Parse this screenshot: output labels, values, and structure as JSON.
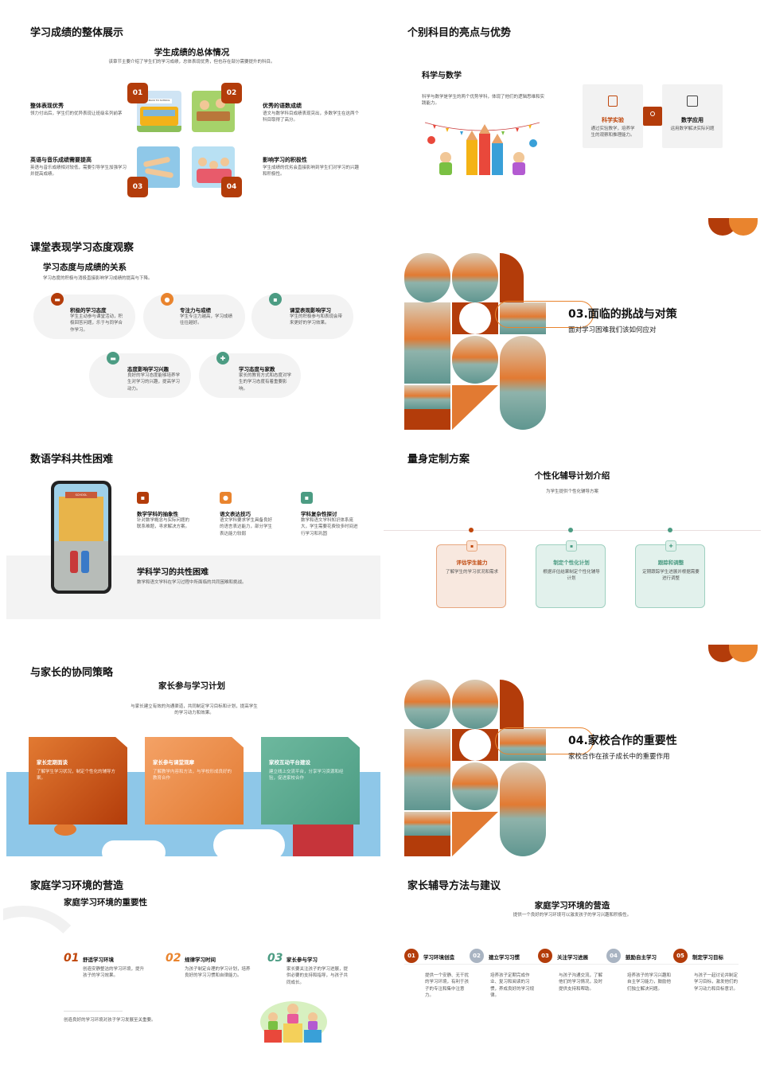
{
  "s1": {
    "title": "学习成绩的整体展示",
    "subtitle": "学生成绩的总体情况",
    "desc": "该章节主要介绍了学生们的学习成绩，总体表现优秀，但也存在部分需要提升的科目。",
    "items": [
      {
        "num": "01",
        "head": "整体表现优秀",
        "text": "领力付出后，学生们的优异表现让班级名列前茅"
      },
      {
        "num": "02",
        "head": "优秀的语数成绩",
        "text": "语文与数学科目成绩表现突出，多数学生在这两个科目取得了高分。"
      },
      {
        "num": "03",
        "head": "英语与音乐成绩需要提高",
        "text": "英语与音乐成绩相对较低，需要引导学生加强学习并提高成绩。"
      },
      {
        "num": "04",
        "head": "影响学习的积极性",
        "text": "学生成绩的优劣会直接影响到学生们对学习的兴趣和积极性。"
      }
    ],
    "photo1_sign": "BACK TO SCHOOL"
  },
  "s2": {
    "title": "个别科目的亮点与优势",
    "subtitle": "科学与数学",
    "desc": "科学与数学是学生的两个优势学科，体现了他们的逻辑思维和实践能力。",
    "card1": {
      "head": "科学实验",
      "text": "通过实验教学，培养学生的观察和推理能力。"
    },
    "card2": {
      "head": "数学应用",
      "text": "运用数学解决实际问题"
    }
  },
  "s3": {
    "title": "课堂表现学习态度观察",
    "subtitle": "学习态度与成绩的关系",
    "desc": "学习态度的积极与消极直接影响学习成绩的提高与下降。",
    "items": [
      {
        "head": "积极的学习态度",
        "text": "学生主动参与课堂活动，积极回答问题，乐于与同学合作学习。"
      },
      {
        "head": "专注力与成绩",
        "text": "学生专注力越高，学习成绩往往越好。"
      },
      {
        "head": "课堂表现影响学习",
        "text": "学生的积极参与和表现会带来更好的学习效果。"
      },
      {
        "head": "态度影响学习兴趣",
        "text": "良好的学习态度能够培养学生对学习的兴趣，提高学习动力。"
      },
      {
        "head": "学习态度与家教",
        "text": "家长的教育方式和态度对学生的学习态度有着重要影响。"
      }
    ]
  },
  "s4": {
    "heading": "03.面临的挑战与对策",
    "subheading": "面对学习困难我们该如何应对"
  },
  "s5": {
    "title": "数语学科共性困难",
    "items": [
      {
        "head": "数学学科的抽象性",
        "text": "针对数学概念与实际问题的联系难题，寻求解决方案。"
      },
      {
        "head": "语文表达技巧",
        "text": "语文学科要求学生具备良好的语言表达能力，部分学生表达能力较弱"
      },
      {
        "head": "学科复杂性探讨",
        "text": "数学和语文学科知识体系庞大，学生需要花费较多时间进行学习和巩固"
      }
    ],
    "bottom_head": "学科学习的共性困难",
    "bottom_text": "数学和语文学科在学习过程中所面临的共同困难和挑战。",
    "phone_sign": "SCHOOL"
  },
  "s6": {
    "title": "量身定制方案",
    "subtitle": "个性化辅导计划介绍",
    "desc": "为学生提供个性化辅导方案",
    "cards": [
      {
        "head": "评估学生能力",
        "text": "了解学生的学习状况和需求"
      },
      {
        "head": "制定个性化计划",
        "text": "根据评估结果制定个性化辅导计划"
      },
      {
        "head": "跟踪和调整",
        "text": "定期跟踪学生进展并根据需要进行调整"
      }
    ]
  },
  "s7": {
    "title": "与家长的协同策略",
    "subtitle": "家长参与学习计划",
    "desc": "与家长建立有效的沟通渠道，共同制定学习目标和计划，提高学生的学习动力和效果。",
    "cards": [
      {
        "head": "家长定期面谈",
        "text": "了解学生学习状况，制定个性化的辅导方案。"
      },
      {
        "head": "家长参与课堂观摩",
        "text": "了解教学内容和方法，与学校形成良好的教育合作"
      },
      {
        "head": "家校互动平台建设",
        "text": "建立线上交流平台，分享学习资源和经验，促进家校合作"
      }
    ]
  },
  "s8": {
    "heading": "04.家校合作的重要性",
    "subheading": "家校合作在孩子成长中的重要作用"
  },
  "s9": {
    "title": "家庭学习环境的营造",
    "subtitle": "家庭学习环境的重要性",
    "items": [
      {
        "num": "01",
        "head": "舒适学习环境",
        "text": "创造安静整洁的学习环境，提升孩子的学习效果。"
      },
      {
        "num": "02",
        "head": "规律学习时间",
        "text": "为孩子制定合理的学习计划，培养良好的学习习惯和自律能力。"
      },
      {
        "num": "03",
        "head": "家长参与学习",
        "text": "家长要关注孩子的学习进展，提供必要的支持和指导，与孩子共同成长。"
      }
    ],
    "footer": "创造良好的学习环境对孩子学习发展至关重要。"
  },
  "s10": {
    "title": "家长辅导方法与建议",
    "subtitle": "家庭学习环境的营造",
    "desc": "提供一个良好的学习环境可以激发孩子的学习兴趣和积极性。",
    "steps": [
      {
        "num": "01",
        "head": "学习环境创造",
        "text": "提供一个安静、无干扰的学习环境，有利于孩子的专注和集中注意力。"
      },
      {
        "num": "02",
        "head": "建立学习习惯",
        "text": "培养孩子定期完成作业、复习和阅读的习惯，养成良好的学习规律。"
      },
      {
        "num": "03",
        "head": "关注学习进展",
        "text": "与孩子沟通交流，了解他们的学习情况，及时提供支持和帮助。"
      },
      {
        "num": "04",
        "head": "鼓励自主学习",
        "text": "培养孩子的学习兴趣和自主学习能力，鼓励他们独立解决问题。"
      },
      {
        "num": "05",
        "head": "制定学习目标",
        "text": "与孩子一起讨论并制定学习目标，激发他们的学习动力和目标意识。"
      }
    ]
  }
}
